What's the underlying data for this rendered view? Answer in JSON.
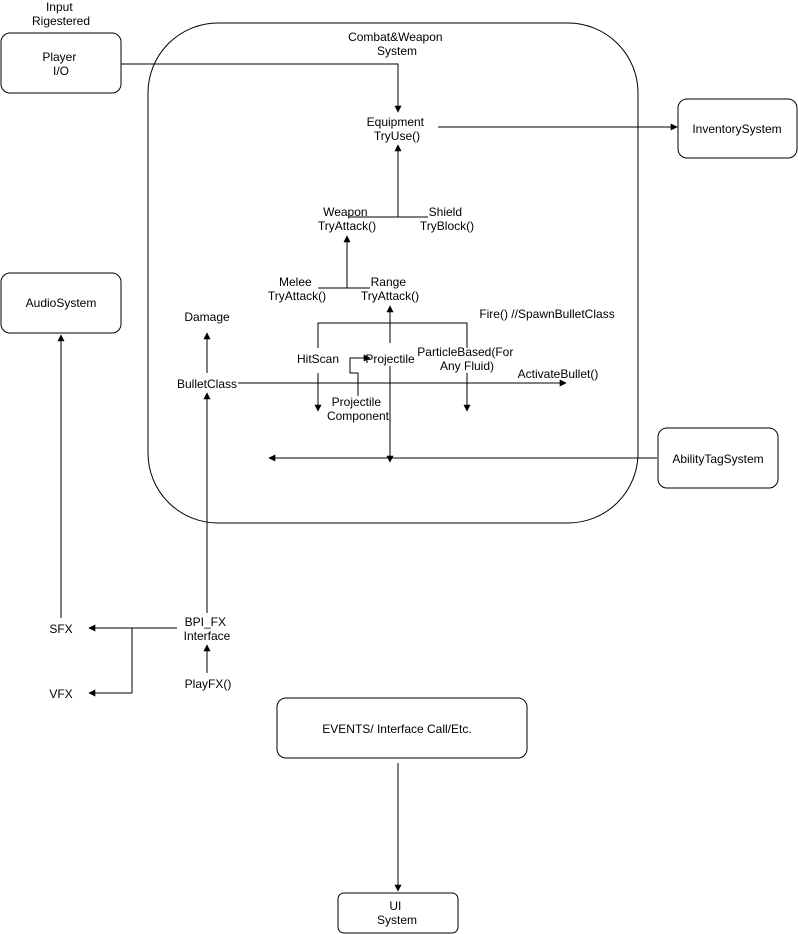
{
  "colors": {
    "stroke": "#000000",
    "background": "#ffffff",
    "text": "#000000"
  },
  "boxes": {
    "player_io": [
      "Player",
      "I/O"
    ],
    "inventory_system": [
      "InventorySystem"
    ],
    "audio_system": [
      "AudioSystem"
    ],
    "ability_tag_system": [
      "AbilityTagSystem"
    ],
    "events": [
      "EVENTS/ Interface Call/Etc."
    ],
    "ui_system": [
      "UI",
      "System"
    ]
  },
  "container": {
    "title": [
      "Combat&Weapon",
      "System"
    ]
  },
  "labels": {
    "input_registered": [
      "Input",
      "Rigestered"
    ],
    "equipment": [
      "Equipment",
      "TryUse()"
    ],
    "weapon": [
      "Weapon",
      "TryAttack()"
    ],
    "shield": [
      "Shield",
      "TryBlock()"
    ],
    "melee": [
      "Melee",
      "TryAttack()"
    ],
    "range": [
      "Range",
      "TryAttack()"
    ],
    "fire": [
      "Fire() //SpawnBulletClass"
    ],
    "damage": [
      "Damage"
    ],
    "hitscan": [
      "HitScan"
    ],
    "projectile": [
      "Projectile"
    ],
    "particle_based": [
      "ParticleBased(For",
      "Any Fluid)"
    ],
    "projectile_component": [
      "Projectile",
      "Component"
    ],
    "bullet_class": [
      "BulletClass"
    ],
    "activate_bullet": [
      "ActivateBullet()"
    ],
    "bpi_fx": [
      "BPI_FX",
      "Interface"
    ],
    "play_fx": [
      "PlayFX()"
    ],
    "sfx": [
      "SFX"
    ],
    "vfx": [
      "VFX"
    ]
  }
}
